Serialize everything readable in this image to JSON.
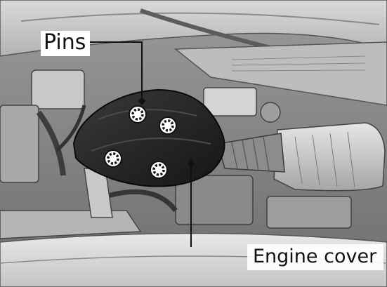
{
  "figure": {
    "callouts": {
      "pins": "Pins",
      "engine_cover": "Engine cover"
    },
    "pin_count": 4
  }
}
